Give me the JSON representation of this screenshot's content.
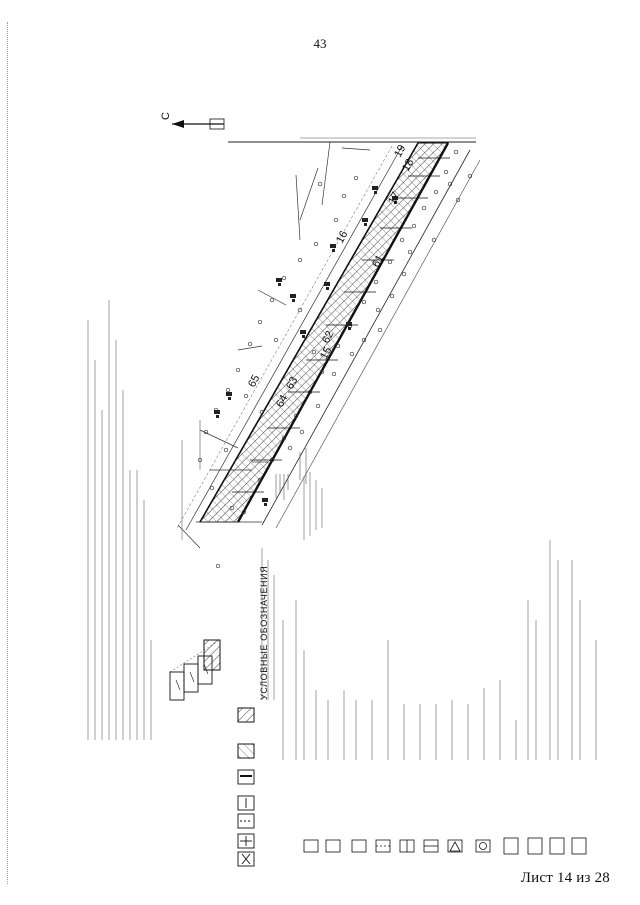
{
  "page": {
    "page_number": "43",
    "sheet_footer": "Лист 14 из 28"
  },
  "map": {
    "north_label": "С",
    "plot_labels": [
      "16",
      "17",
      "61",
      "62",
      "63",
      "64",
      "65",
      "15",
      "19",
      "18"
    ]
  },
  "legend": {
    "title": "УСЛОВНЫЕ ОБОЗНАЧЕНИЯ"
  }
}
